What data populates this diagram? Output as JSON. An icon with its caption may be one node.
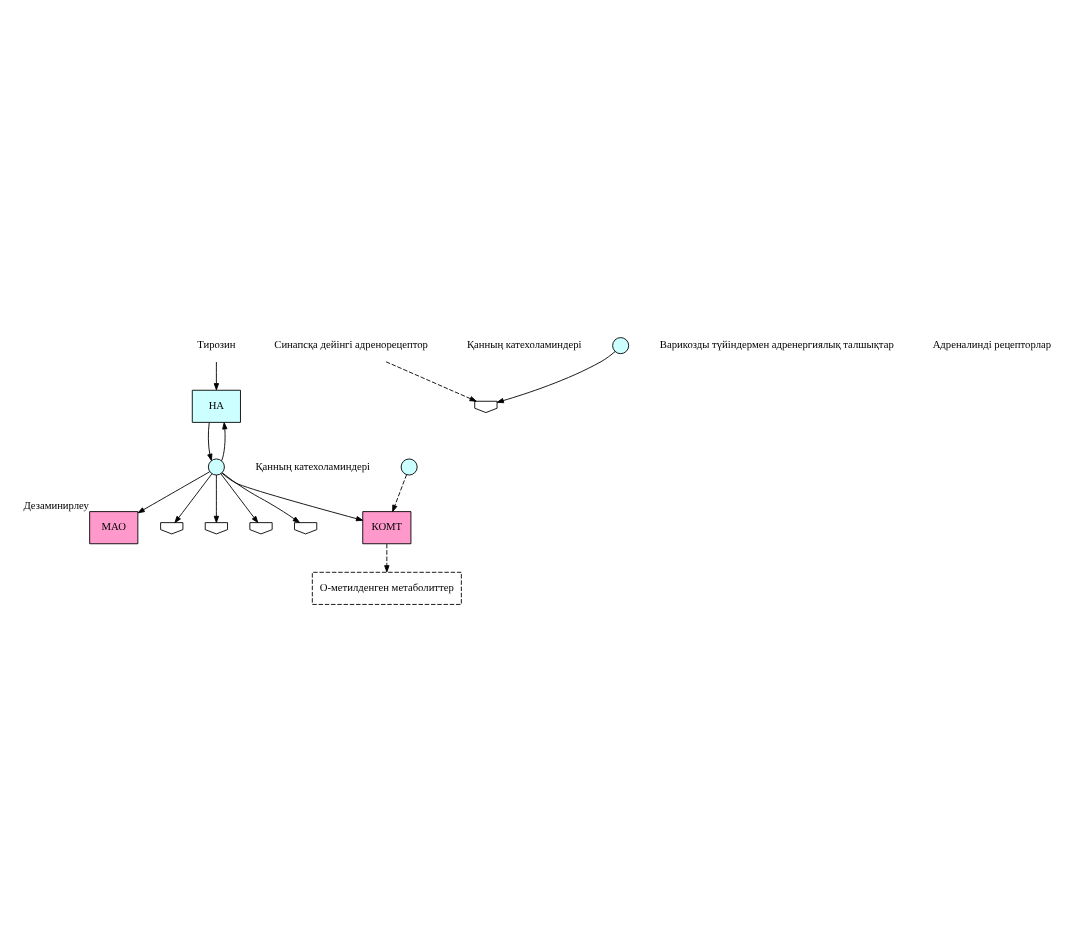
{
  "diagram": {
    "nodes": [
      {
        "text": [
          "Тирозин"
        ]
      },
      {
        "text": [
          "НА"
        ]
      },
      {
        "text": [
          "МАО"
        ],
        "beside": [
          "Дезаминирлеу"
        ]
      },
      {
        "text": [
          "Синапсқа дейінгі адренорецептор"
        ]
      },
      {
        "text": [],
        "shape": "cup"
      },
      {
        "text": [],
        "shape": "circle",
        "beside": [
          "Қанның катехоламиндері"
        ]
      },
      {
        "text": [],
        "shape": "circle"
      },
      {
        "text": [],
        "shape": "circle",
        "beside": [
          "Қанның катехоламиндері"
        ]
      },
      {
        "text": [],
        "shape": "cup"
      },
      {
        "text": [],
        "shape": "cup"
      },
      {
        "text": [],
        "shape": "cup"
      },
      {
        "text": [],
        "shape": "cup"
      },
      {
        "text": [
          "КОМТ"
        ]
      },
      {
        "text": [
          "О-метилденген метаболиттер"
        ]
      }
    ],
    "edges": [
      {
        "from": 0,
        "to": 1,
        "arrow": "to"
      },
      {
        "from": 1,
        "to": 6,
        "arrow": "to"
      },
      {
        "from": 6,
        "to": 1,
        "arrow": "to"
      },
      {
        "from": 6,
        "to": 2,
        "arrow": "to"
      },
      {
        "from": 3,
        "to": 4,
        "arrow": "to",
        "style": "dashed"
      },
      {
        "from": 5,
        "to": 4,
        "arrow": "to"
      },
      {
        "from": 6,
        "to": 8,
        "arrow": "to"
      },
      {
        "from": 6,
        "to": 9,
        "arrow": "to"
      },
      {
        "from": 6,
        "to": 10,
        "arrow": "to"
      },
      {
        "from": 6,
        "to": 11,
        "arrow": "to"
      },
      {
        "from": 6,
        "to": 12,
        "arrow": "to"
      },
      {
        "from": 7,
        "to": 12,
        "arrow": "to",
        "style": "dashed"
      },
      {
        "from": 12,
        "to": 13,
        "arrow": "to",
        "style": "dashed"
      }
    ],
    "labels": [
      "Варикозды түйіндермен адренергиялық талшықтар",
      "Адреналинді рецепторлар"
    ]
  }
}
